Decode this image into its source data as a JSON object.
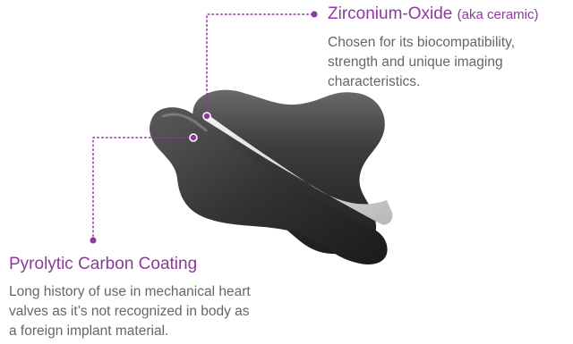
{
  "zirconium": {
    "title": "Zirconium-Oxide",
    "note": "(aka ceramic)",
    "description": "Chosen for its biocompatibility,\nstrength and unique imaging\ncharacteristics."
  },
  "pyrolytic": {
    "title": "Pyrolytic Carbon Coating",
    "description": "Long history of use in mechanical heart\nvalves as it’s not recognized in body as\na foreign implant material."
  },
  "colors": {
    "accent": "#8b3a9e",
    "body_text": "#666666",
    "implant_dark": "#2e2e2e",
    "implant_core": "#dcdcdc"
  }
}
